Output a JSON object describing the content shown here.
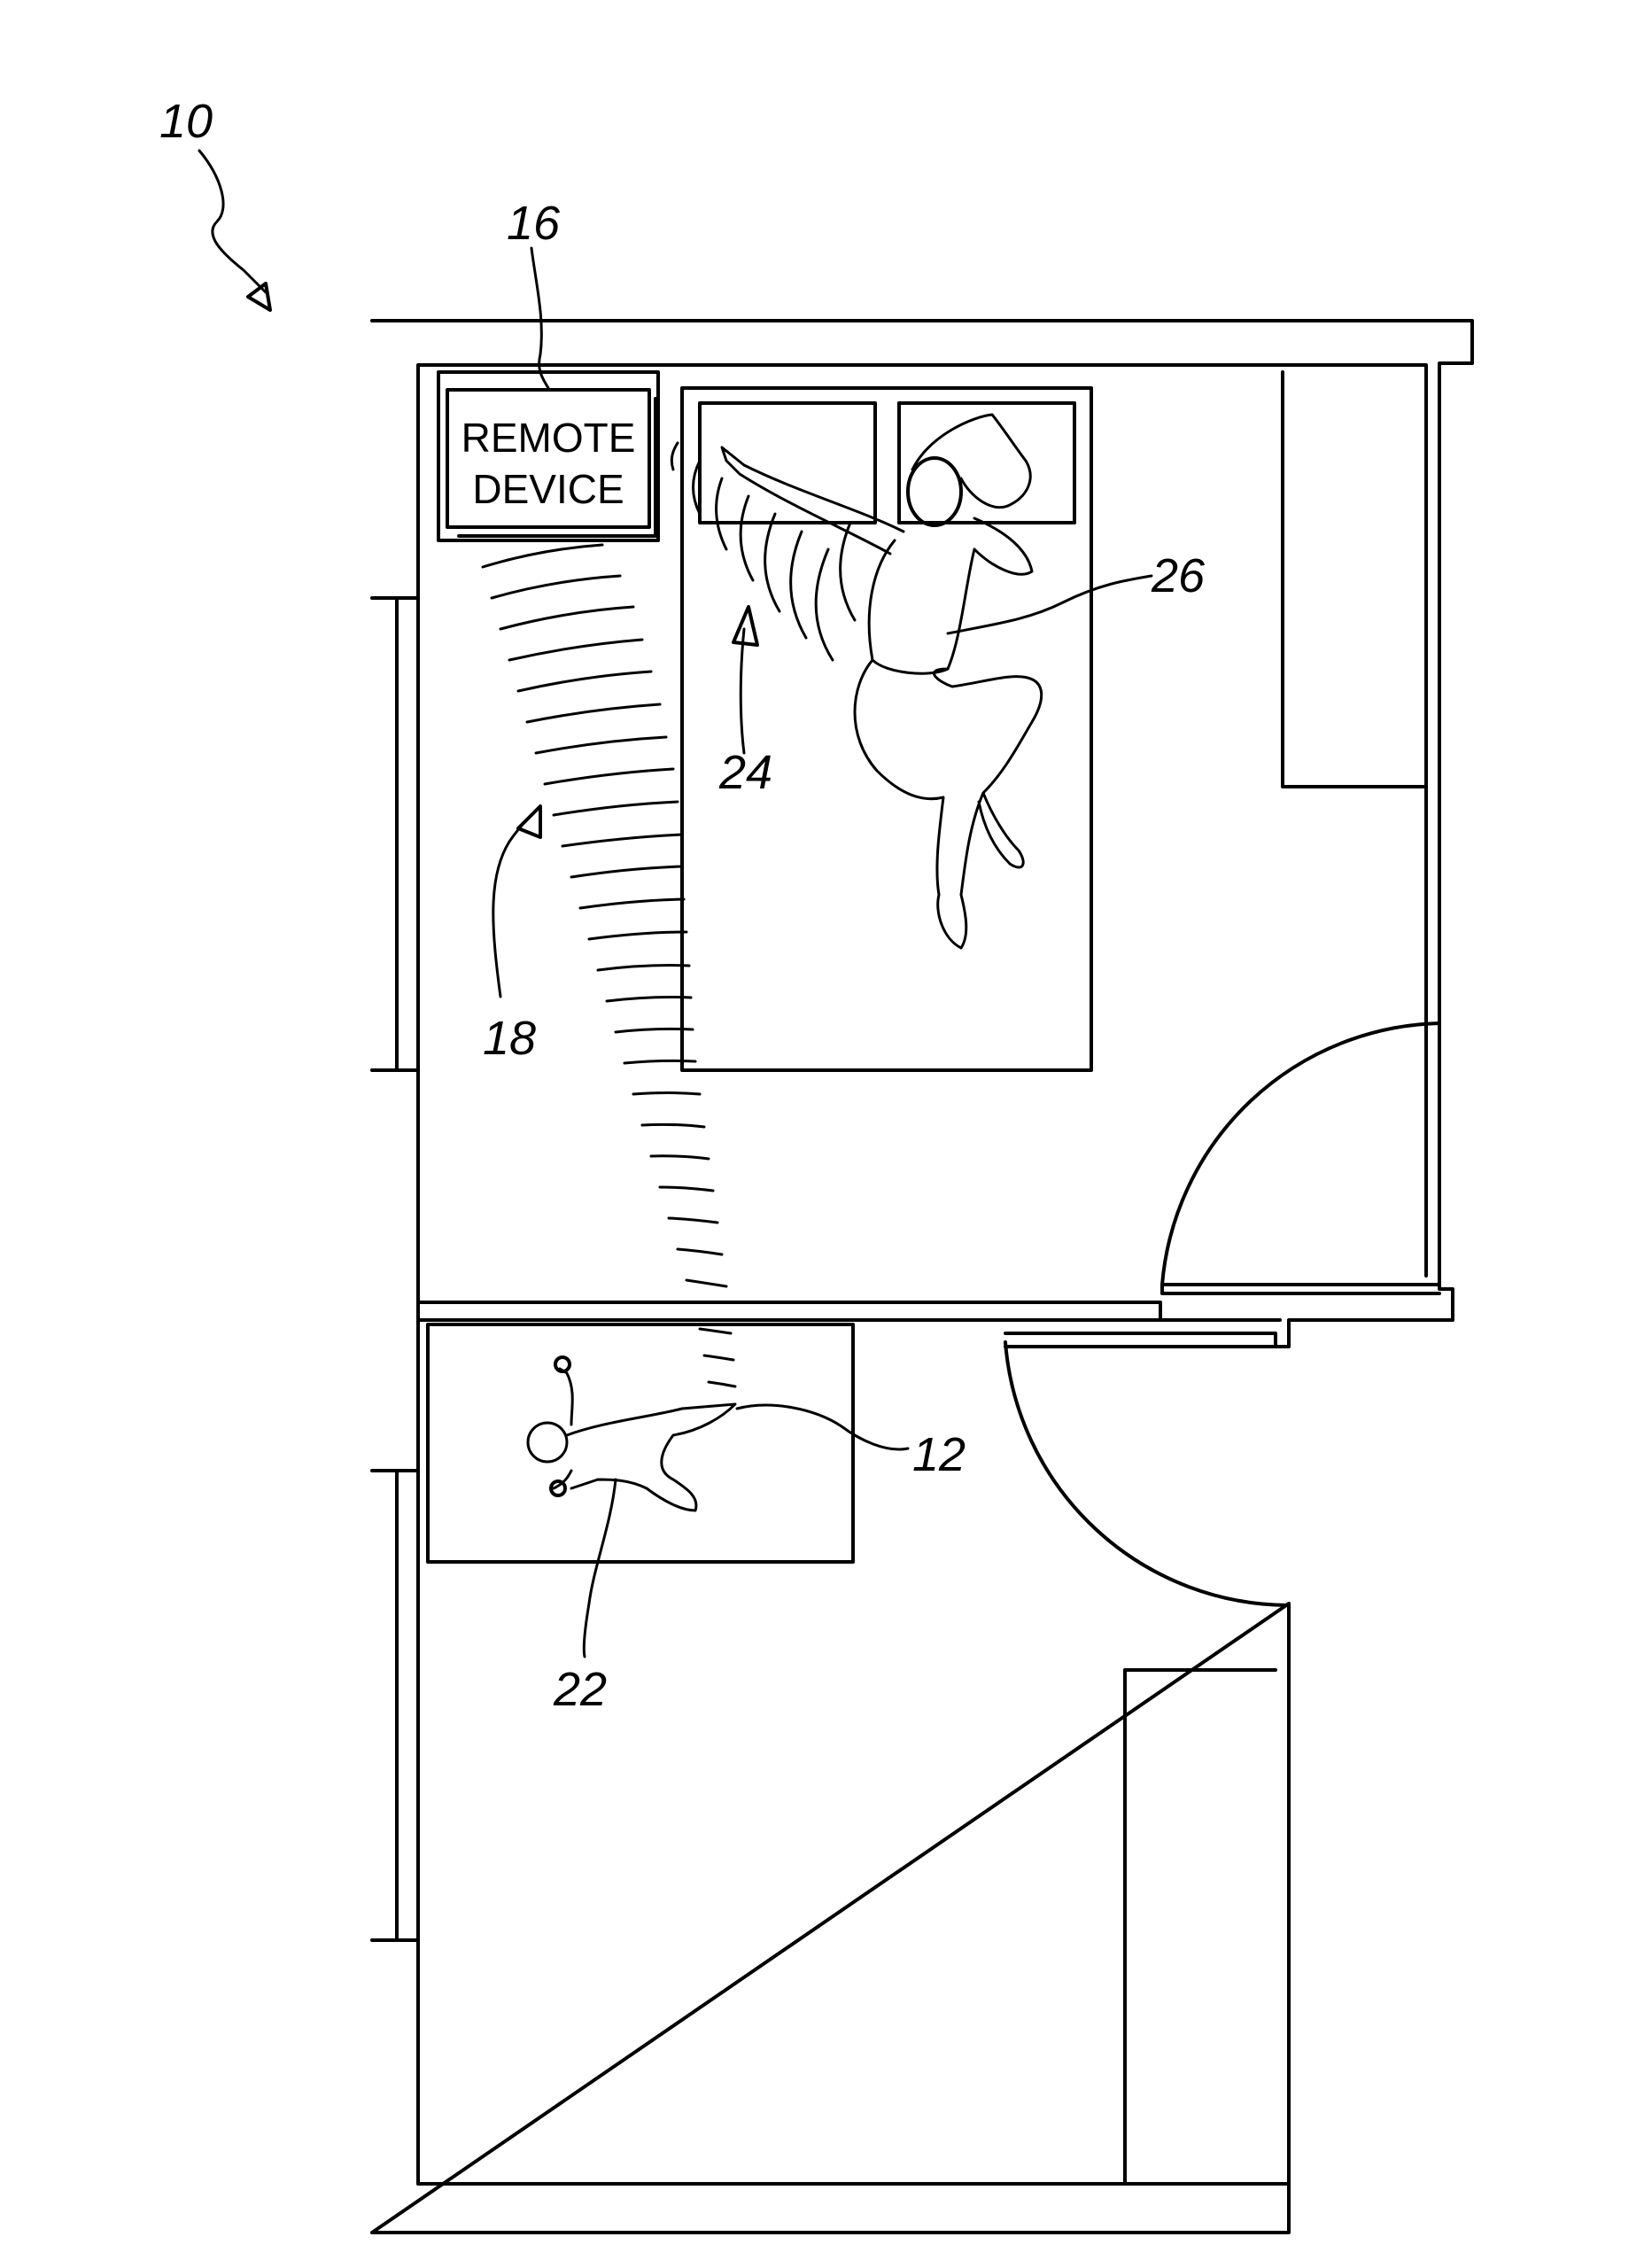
{
  "figure": {
    "reference_numerals": {
      "system": "10",
      "infant": "12",
      "remote_device": "16",
      "signal_to_infant": "18",
      "infant_body": "22",
      "signal_to_caregiver": "24",
      "caregiver": "26"
    },
    "remote_device_label": {
      "line1": "REMOTE",
      "line2": "DEVICE"
    }
  }
}
